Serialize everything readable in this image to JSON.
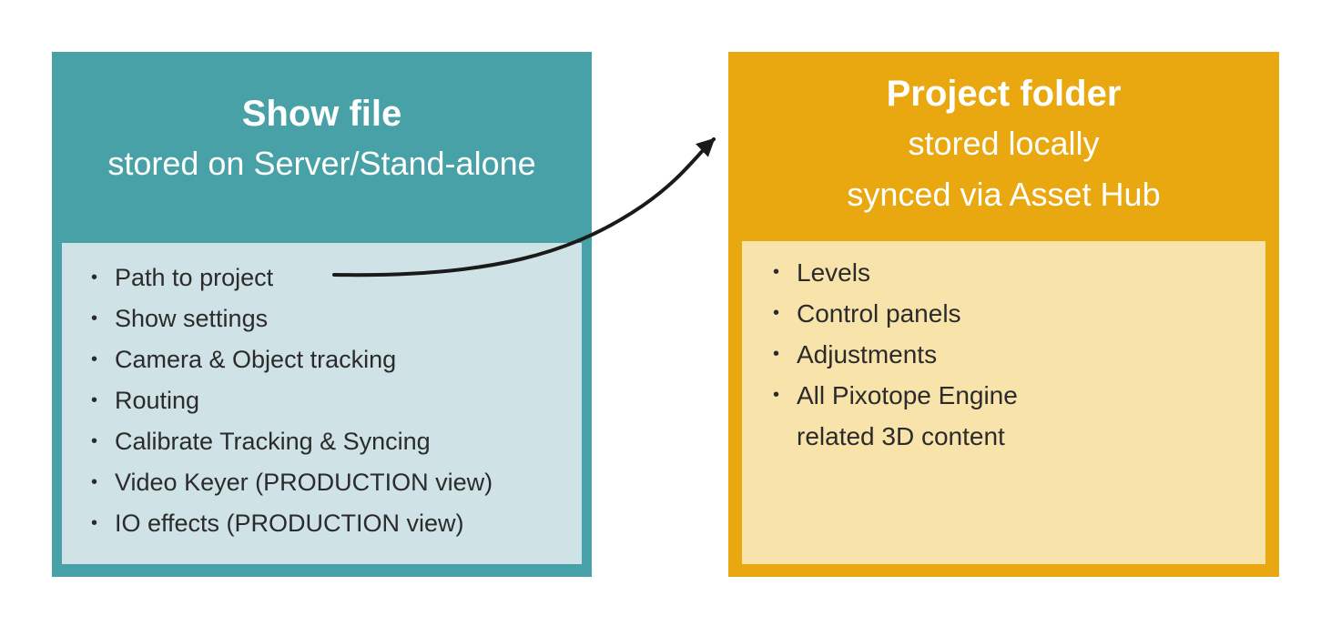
{
  "bullet_glyph": "•",
  "show_file": {
    "title": "Show file",
    "subtitle": "stored on Server/Stand-alone",
    "items": [
      "Path to project",
      "Show settings",
      "Camera & Object tracking",
      "Routing",
      "Calibrate Tracking & Syncing",
      "Video Keyer (PRODUCTION view)",
      "IO effects (PRODUCTION view)"
    ]
  },
  "project_folder": {
    "title": "Project folder",
    "subtitle_line1": "stored locally",
    "subtitle_line2": "synced via Asset Hub",
    "items": [
      "Levels",
      "Control panels",
      "Adjustments",
      "All Pixotope Engine\nrelated 3D content"
    ]
  },
  "arrow": {
    "description": "curved arrow from 'Path to project' to Project folder box",
    "color": "#1a1a1a"
  },
  "colors": {
    "show_file_box": "#47a1a7",
    "show_file_inner": "#cfe2e5",
    "project_box": "#e9a810",
    "project_inner": "#f8e3ab",
    "title_text": "#ffffff",
    "list_text": "#2b2b2b"
  }
}
